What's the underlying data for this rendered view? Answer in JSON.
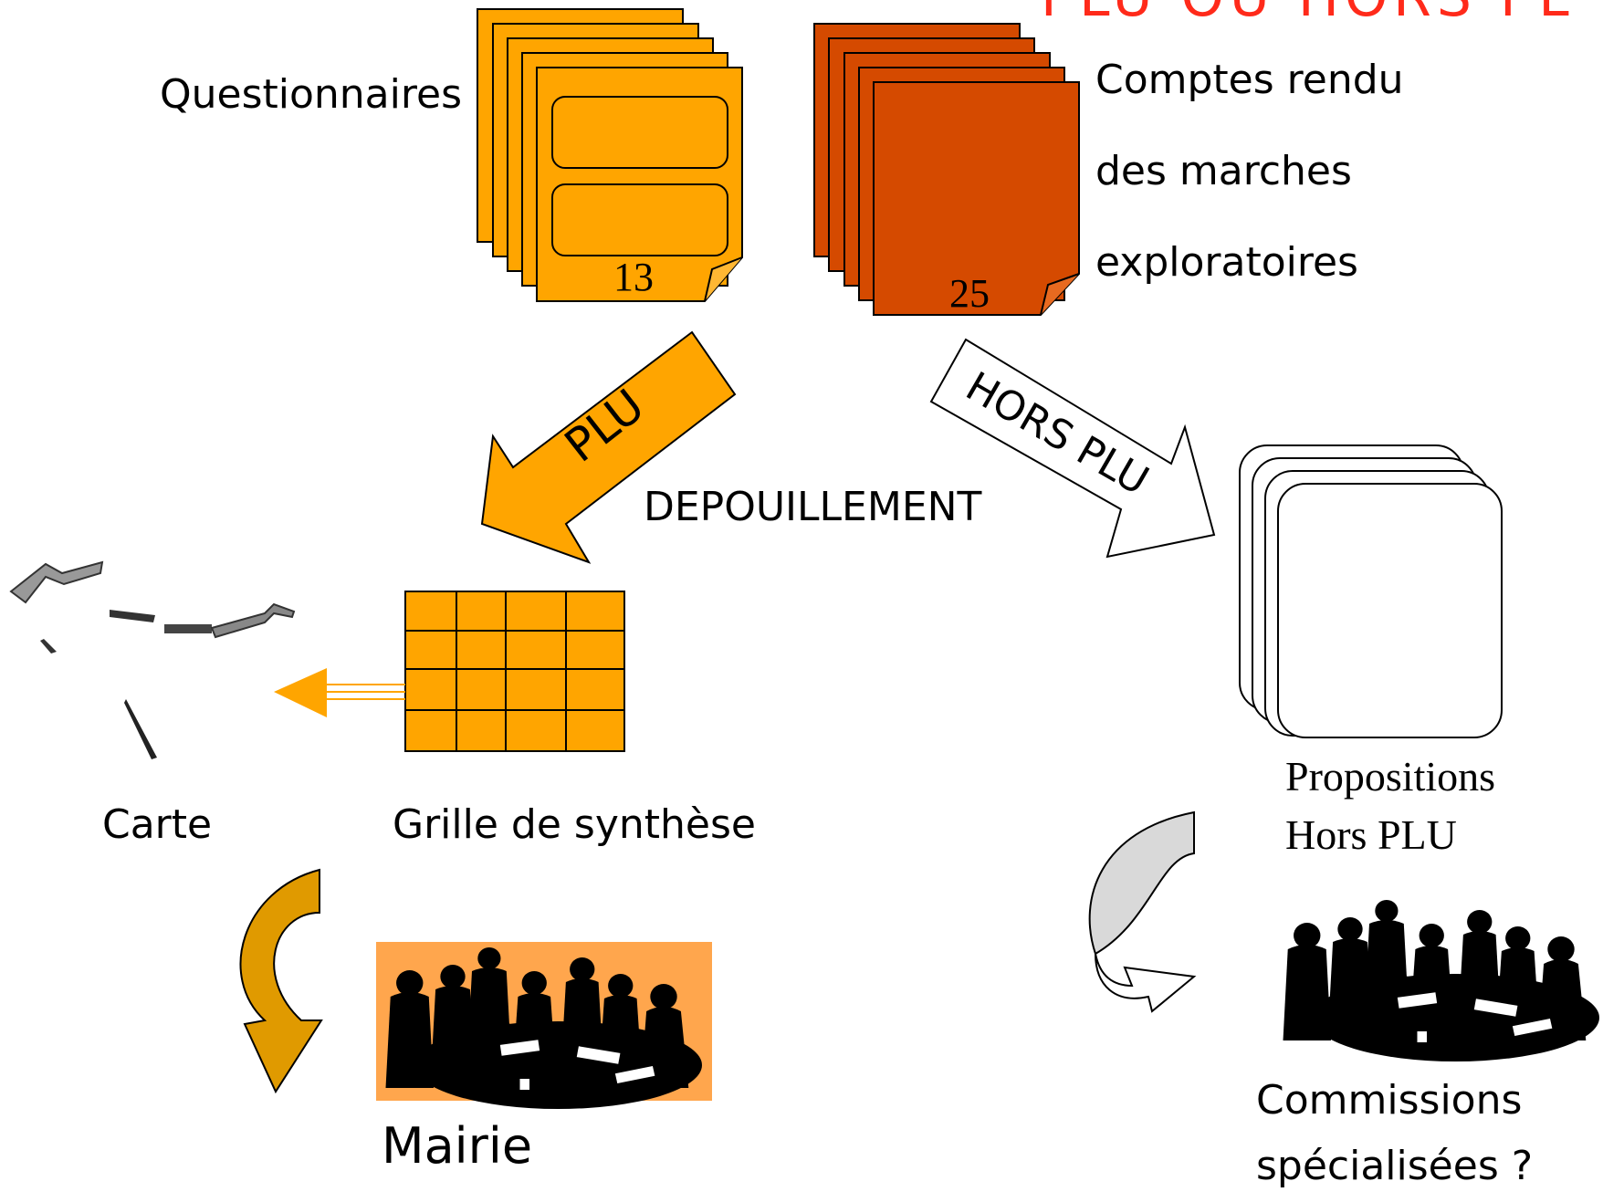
{
  "title_fragment": "PLU OU HORS PL",
  "sources": {
    "questionnaires": {
      "label": "Questionnaires",
      "count": "13",
      "color": "#ffa500"
    },
    "comptes_rendu": {
      "line1": "Comptes rendu",
      "line2": "des marches",
      "line3": "exploratoires",
      "count": "25",
      "color": "#d54a00"
    }
  },
  "arrows": {
    "plu": "PLU",
    "depouillement": "DEPOUILLEMENT",
    "hors_plu": "HORS PLU"
  },
  "outputs": {
    "carte": "Carte",
    "grille": "Grille de synthèse",
    "propositions_line1": "Propositions",
    "propositions_line2": "Hors PLU"
  },
  "destinations": {
    "mairie": "Mairie",
    "commissions_line1": "Commissions",
    "commissions_line2": "spécialisées ?"
  },
  "colors": {
    "orange": "#ffa500",
    "dark_orange": "#d54a00",
    "red_title": "#ff2a1a",
    "curved_arrow": "#e09a00",
    "meeting_bg": "#ffa64d"
  }
}
